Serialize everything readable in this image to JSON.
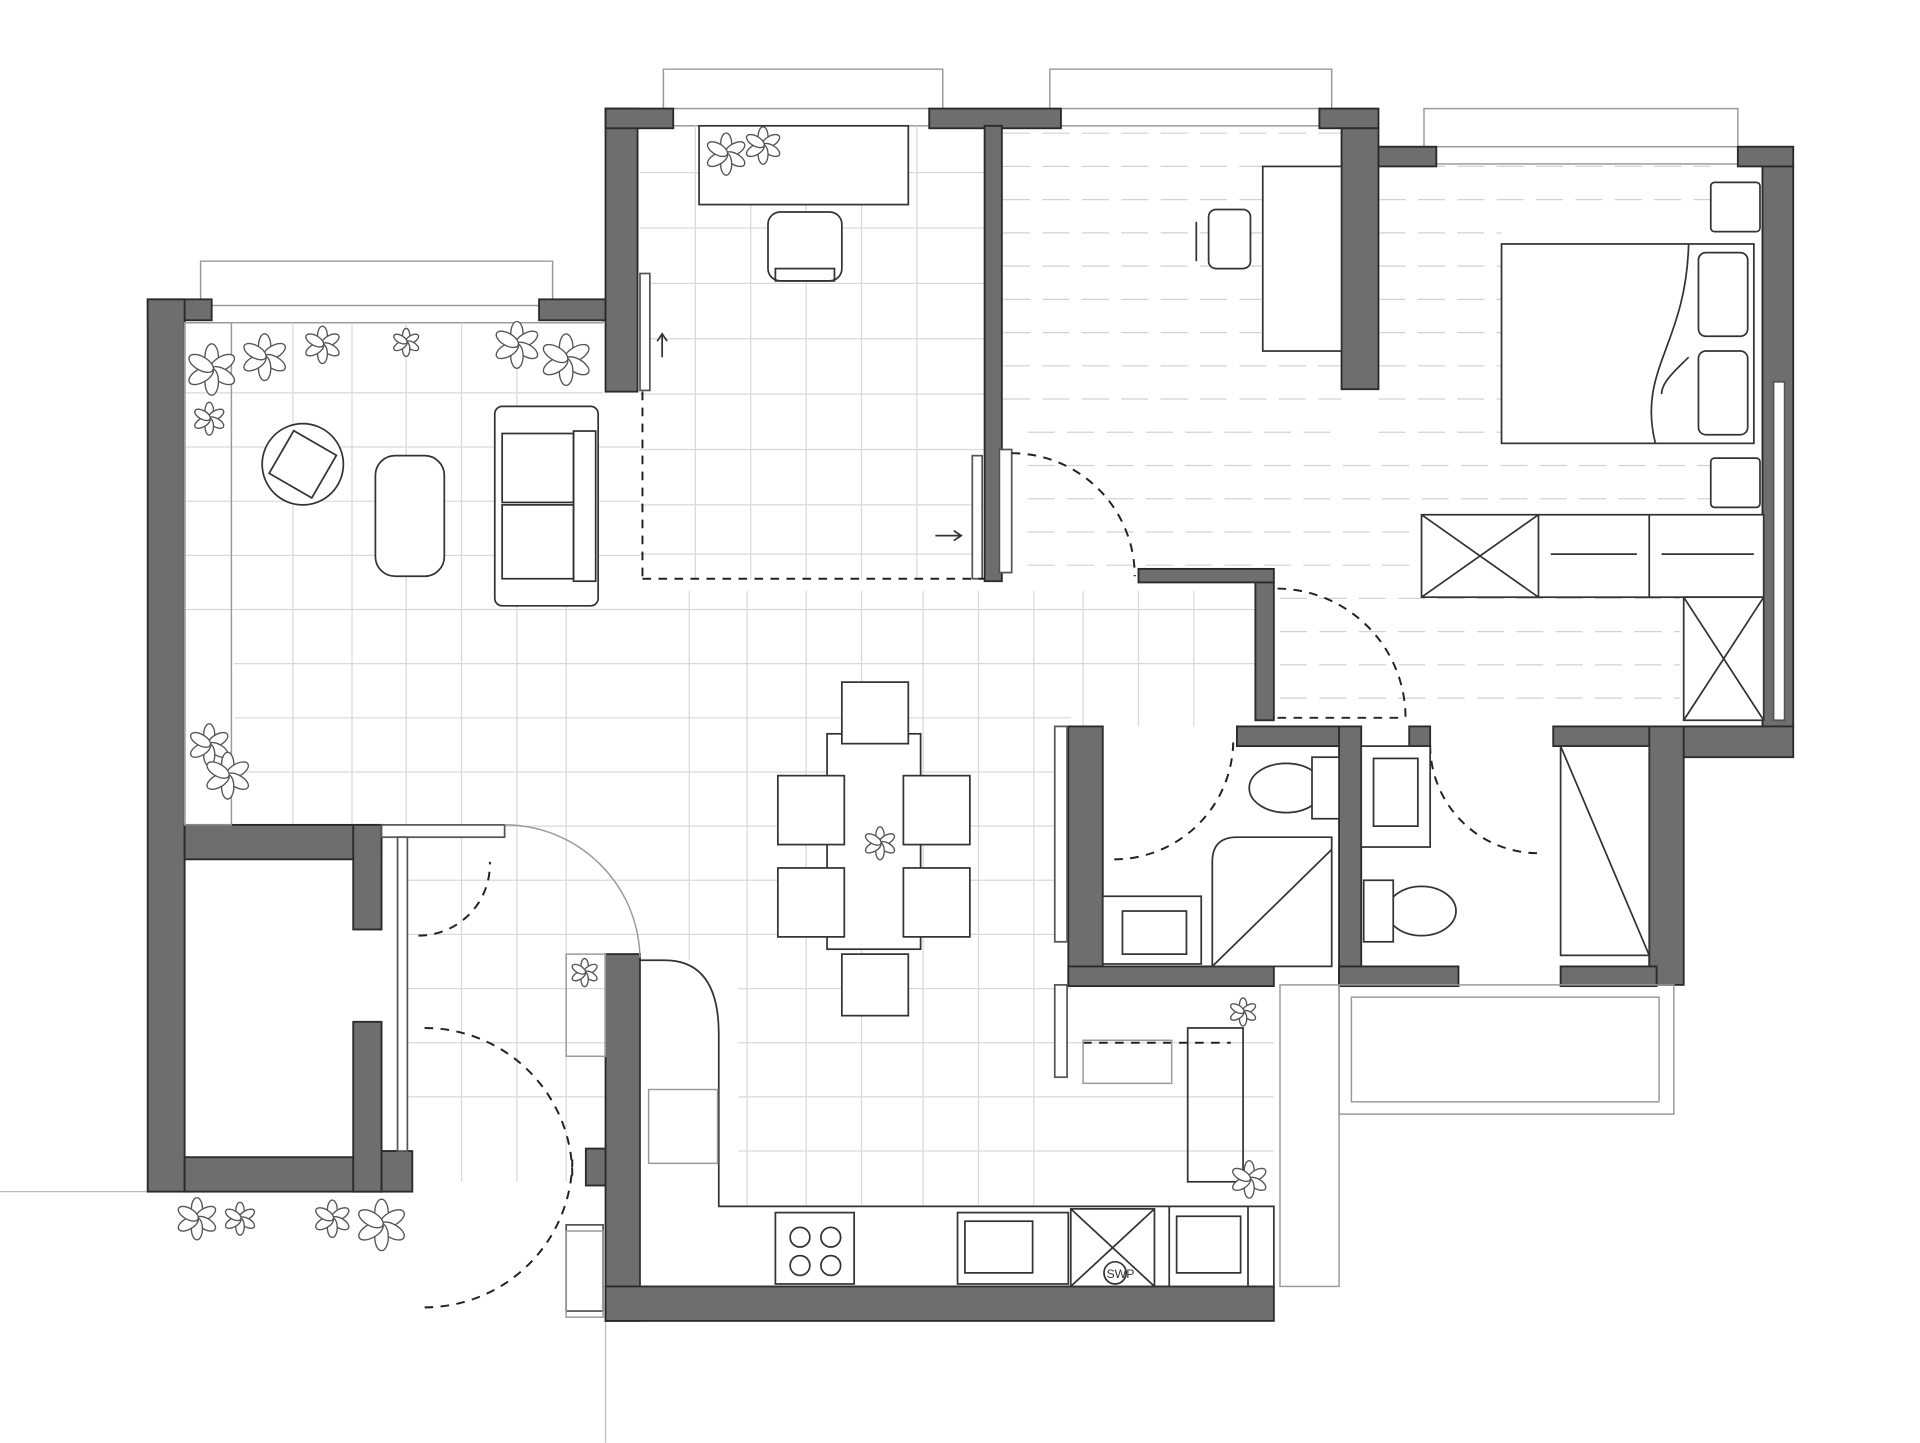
{
  "plan": {
    "type": "floor-plan",
    "style": "monochrome architectural line drawing",
    "colors": {
      "wall_fill": "#6e6e6e",
      "line": "#333333",
      "grid": "#d9d9d9",
      "background": "#ffffff"
    },
    "labels": {
      "service_panel": "SWP"
    },
    "fixtures": [
      "sofa-icon",
      "armchair-icon",
      "coffee-table-icon",
      "dining-table-icon",
      "desk-icon",
      "office-chair-icon",
      "double-bed-icon",
      "wardrobe-icon",
      "toilet-icon",
      "washbasin-icon",
      "shower-icon",
      "cooktop-icon",
      "kitchen-sink-icon",
      "washing-machine-icon",
      "plant-icon",
      "door-swing-icon"
    ]
  }
}
